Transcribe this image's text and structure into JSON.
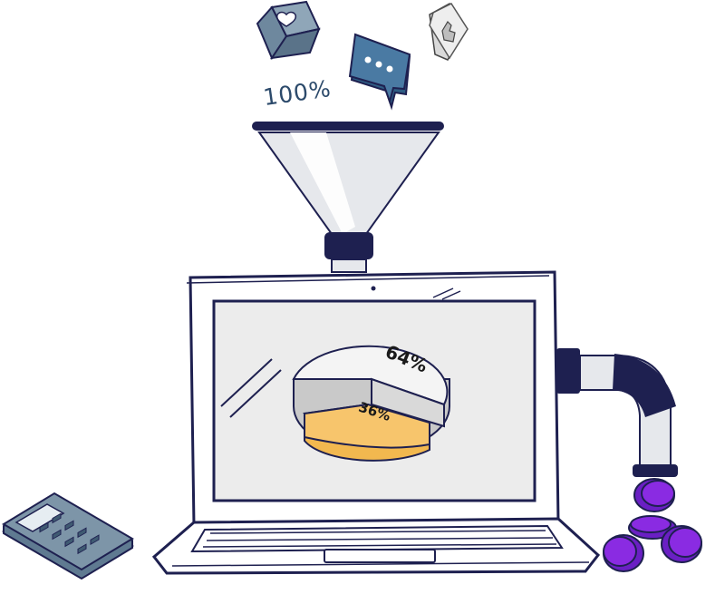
{
  "funnel_input": {
    "percent_label": "100%"
  },
  "pie": {
    "large_label": "64%",
    "small_label": "36%"
  },
  "colors": {
    "ink": "#1e2050",
    "slate": "#5f7a91",
    "slate_dark": "#3f5a72",
    "bubble": "#3b6a92",
    "orange": "#f7c56c",
    "purple": "#8a2be2",
    "gray_side": "#c9c9c9"
  },
  "icons": [
    "heart-cube-icon",
    "chat-bubble-icon",
    "thumbs-up-icon",
    "funnel-icon",
    "laptop-icon",
    "pie-chart-icon",
    "pipe-icon",
    "coin-stack-icon",
    "calculator-icon"
  ]
}
